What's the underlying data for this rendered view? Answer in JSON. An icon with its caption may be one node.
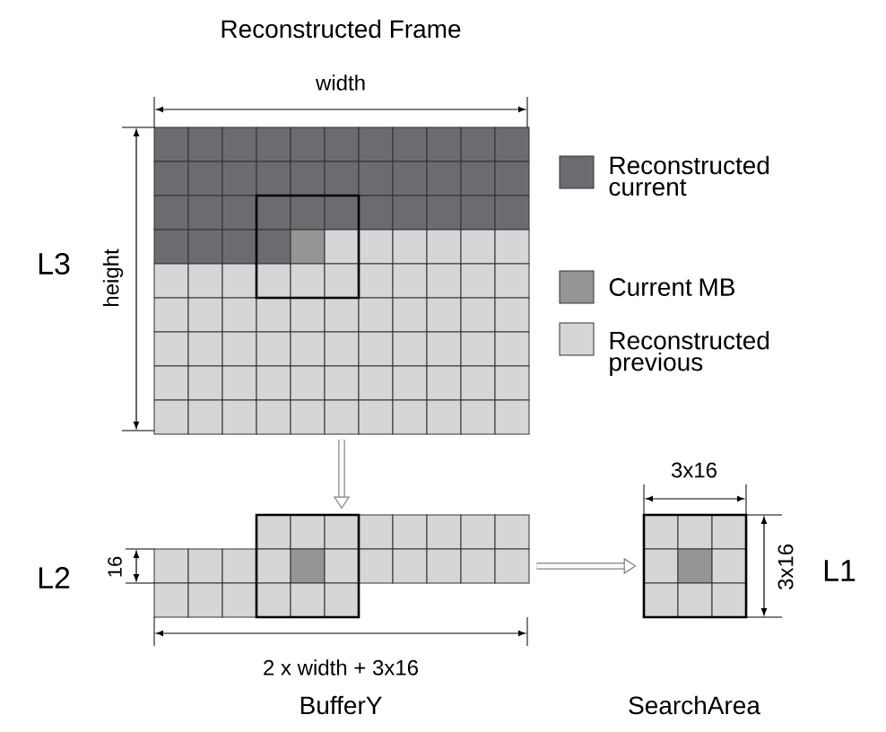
{
  "diagram": {
    "nodes": [
      {
        "text": [
          "Reconstructed Frame"
        ]
      },
      {
        "text": [
          "BufferY"
        ]
      },
      {
        "text": [
          "SearchArea"
        ]
      }
    ],
    "edges": [
      {
        "from": 0,
        "to": 1,
        "arrow": "to"
      },
      {
        "from": 1,
        "to": 2,
        "arrow": "to"
      }
    ],
    "labels": [
      "width",
      "L3",
      "height",
      "L2",
      "16",
      "2 x width + 3x16",
      "3x16",
      "3x16",
      "L1"
    ],
    "legend": [
      {
        "text": "Reconstructed current",
        "color": "#6b6c6f"
      },
      {
        "text": "Current MB",
        "color": "#959597"
      },
      {
        "text": "Reconstructed previous",
        "color": "#d5d6d8"
      }
    ]
  }
}
